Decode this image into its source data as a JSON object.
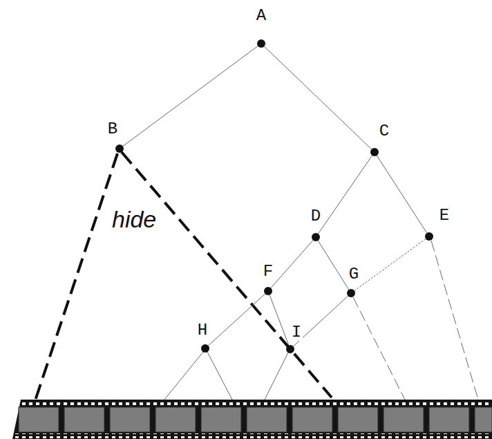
{
  "diagram": {
    "nodes": [
      {
        "text": [
          "A"
        ]
      },
      {
        "text": [
          "B"
        ]
      },
      {
        "text": [
          "C"
        ]
      },
      {
        "text": [
          "D"
        ]
      },
      {
        "text": [
          "E"
        ]
      },
      {
        "text": [
          "F"
        ]
      },
      {
        "text": [
          "G"
        ]
      },
      {
        "text": [
          "H"
        ]
      },
      {
        "text": [
          "I"
        ]
      }
    ],
    "edges": [
      {
        "from": 0,
        "to": 1,
        "arrow": "none"
      },
      {
        "from": 0,
        "to": 2,
        "arrow": "none"
      },
      {
        "from": 2,
        "to": 3,
        "arrow": "none"
      },
      {
        "from": 2,
        "to": 4,
        "arrow": "none"
      },
      {
        "from": 3,
        "to": 5,
        "arrow": "none"
      },
      {
        "from": 3,
        "to": 6,
        "arrow": "none"
      },
      {
        "from": 4,
        "to": 6,
        "arrow": "none"
      },
      {
        "from": 5,
        "to": 7,
        "arrow": "none"
      },
      {
        "from": 5,
        "to": 8,
        "arrow": "none"
      },
      {
        "from": 6,
        "to": 8,
        "arrow": "none"
      }
    ],
    "labels": [
      "hide"
    ]
  }
}
